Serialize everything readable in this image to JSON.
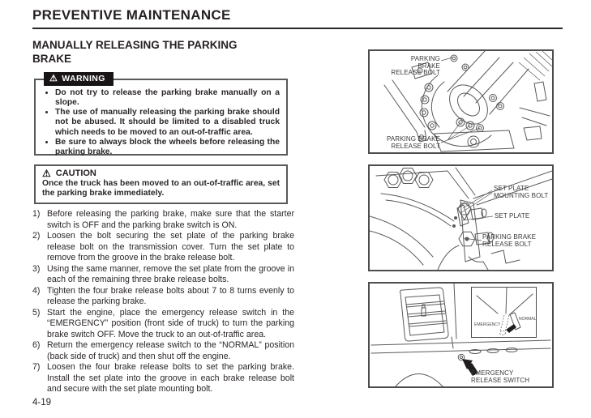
{
  "page": {
    "header_title": "PREVENTIVE MAINTENANCE",
    "section_title": "MANUALLY RELEASING THE PARKING BRAKE",
    "page_number": "4-19"
  },
  "colors": {
    "ink": "#2b2627",
    "line_art": "#5a5a5c",
    "badge_bg": "#191516",
    "badge_text": "#ffffff"
  },
  "icons": {
    "warning_triangle": "⚠"
  },
  "warning": {
    "label": "WARNING",
    "items": [
      "Do not try to release the parking brake manually on a slope.",
      "The use of manually releasing the parking brake should not be abused. It should be limited to a disabled truck which needs to be moved to an out-of-traffic area.",
      "Be sure to always block the wheels before releasing the parking brake."
    ]
  },
  "caution": {
    "label": "CAUTION",
    "text": "Once the truck has been moved to an out-of-traffic area, set the parking brake immediately."
  },
  "steps": [
    {
      "num": "1)",
      "text": "Before releasing the parking brake, make sure that the starter switch is OFF and the parking brake switch is ON."
    },
    {
      "num": "2)",
      "text": "Loosen the bolt securing the set plate of the parking brake release bolt on the transmission cover. Turn the set plate to remove from the groove in the brake release bolt."
    },
    {
      "num": "3)",
      "text": "Using the same manner, remove the set plate from the groove in each of the remaining three brake release bolts."
    },
    {
      "num": "4)",
      "text": "Tighten the four brake release bolts about 7 to 8 turns evenly to release the parking brake."
    },
    {
      "num": "5)",
      "text": "Start the engine, place the emergency release switch in the “EMERGENCY” position (front side of truck) to turn the parking brake switch OFF. Move the truck to an out-of-traffic area."
    },
    {
      "num": "6)",
      "text": "Return the emergency release switch to the “NORMAL” position (back side of truck) and then shut off the engine."
    },
    {
      "num": "7)",
      "text": "Loosen the four brake release bolts to set the parking brake. Install the set plate into the groove in each brake release bolt and secure with the set plate mounting bolt."
    }
  ],
  "figures": {
    "transmission": {
      "label_top": "PARKING BRAKE\nRELEASE BOLT",
      "label_bottom": "PARKING BRAKE\nRELEASE BOLT"
    },
    "set_plate": {
      "mounting_bolt_label": "SET PLATE\nMOUNTING BOLT",
      "set_plate_label": "SET PLATE",
      "release_bolt_label": "PARKING BRAKE\nRELEASE BOLT"
    },
    "emergency_switch": {
      "switch_label": "EMERGENCY\nRELEASE SWITCH",
      "inset": {
        "emergency_label": "EMERGENCY",
        "normal_label": "NORMAL"
      }
    }
  }
}
